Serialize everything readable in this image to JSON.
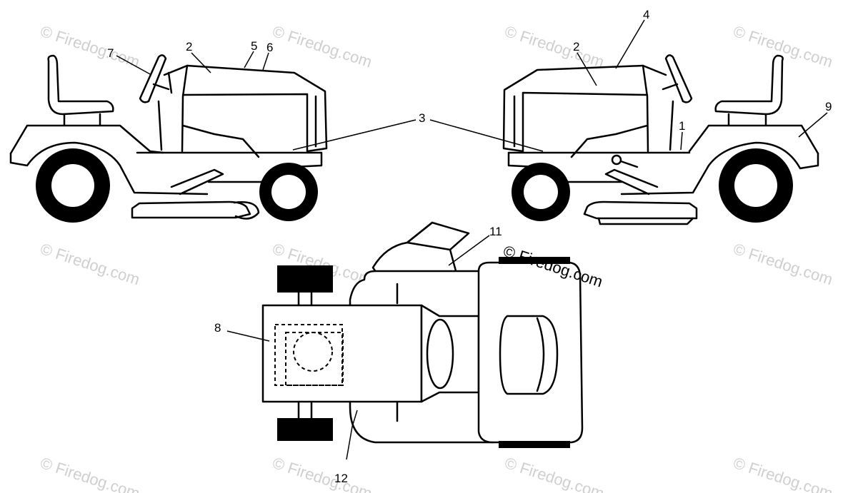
{
  "watermark": "© Firedog.com",
  "callouts": {
    "c1": "1",
    "c2a": "2",
    "c2b": "2",
    "c3": "3",
    "c4": "4",
    "c5": "5",
    "c6": "6",
    "c7": "7",
    "c8": "8",
    "c9": "9",
    "c11": "11",
    "c12": "12"
  },
  "colors": {
    "line": "#000000",
    "watermark": "#cfcfcf",
    "background": "#ffffff"
  }
}
